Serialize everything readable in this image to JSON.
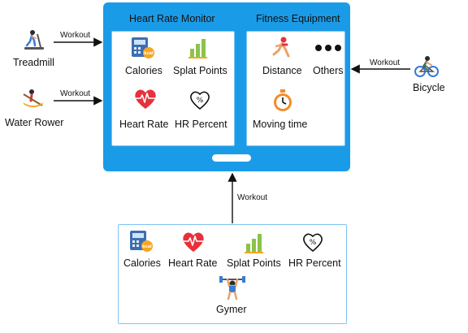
{
  "colors": {
    "monitor_blue": "#1a9be8",
    "panel_border": "#7fc3f0",
    "heart_red": "#e8313b",
    "bar_green": "#8bc34a",
    "calc_blue": "#3d6fb0",
    "badge_orange": "#f5a623",
    "stopwatch_orange": "#f28c28"
  },
  "monitor": {
    "heart_rate_monitor": {
      "title": "Heart Rate Monitor",
      "items": [
        "Calories",
        "Splat Points",
        "Heart Rate",
        "HR Percent"
      ]
    },
    "fitness_equipment": {
      "title": "Fitness Equipment",
      "items": [
        "Distance",
        "Others",
        "Moving time"
      ]
    }
  },
  "sources": {
    "treadmill": {
      "label": "Treadmill",
      "edge": "Workout",
      "icon": "treadmill-runner-icon"
    },
    "water_rower": {
      "label": "Water Rower",
      "edge": "Workout",
      "icon": "rower-icon"
    },
    "bicycle": {
      "label": "Bicycle",
      "edge": "Workout",
      "icon": "cyclist-icon"
    }
  },
  "gymer": {
    "edge": "Workout",
    "label": "Gymer",
    "items": [
      "Calories",
      "Heart Rate",
      "Splat Points",
      "HR Percent"
    ],
    "icon": "weightlifter-icon"
  },
  "icons": {
    "calories": "calculator-kcal-icon",
    "splat_points": "bar-chart-icon",
    "heart_rate": "heart-pulse-icon",
    "hr_percent": "heart-percent-icon",
    "distance": "runner-icon",
    "others": "three-dots-icon",
    "moving_time": "stopwatch-icon"
  }
}
